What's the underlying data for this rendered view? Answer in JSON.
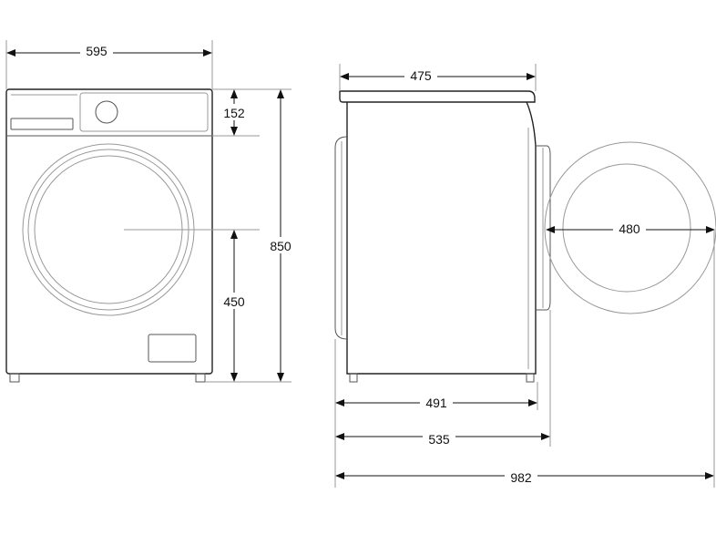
{
  "front_view": {
    "width": "595",
    "control_panel_height": "152",
    "door_center_height": "450",
    "total_height": "850"
  },
  "side_view": {
    "top_depth": "475",
    "body_depth": "491",
    "depth_with_door": "535",
    "door_diameter": "480",
    "depth_door_open": "982"
  }
}
